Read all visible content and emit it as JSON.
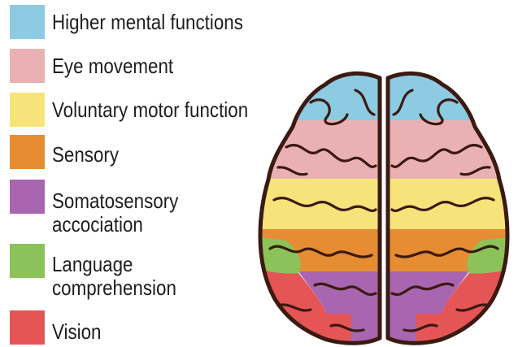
{
  "legend": [
    {
      "lines": [
        "Higher mental functions"
      ],
      "color": "#8ccbe1",
      "icon": "swatch-blue"
    },
    {
      "lines": [
        "Eye movement"
      ],
      "color": "#eab1b4",
      "icon": "swatch-pink"
    },
    {
      "lines": [
        "Voluntary motor function"
      ],
      "color": "#f6e47a",
      "icon": "swatch-yellow"
    },
    {
      "lines": [
        "Sensory"
      ],
      "color": "#e68c33",
      "icon": "swatch-orange"
    },
    {
      "lines": [
        "Somatosensory",
        "accociation"
      ],
      "color": "#a966b0",
      "icon": "swatch-purple"
    },
    {
      "lines": [
        "Language",
        "comprehension"
      ],
      "color": "#8bc35a",
      "icon": "swatch-green"
    },
    {
      "lines": [
        "Vision"
      ],
      "color": "#e55555",
      "icon": "swatch-red"
    }
  ],
  "brain": {
    "outline_color": "#3a1a12",
    "regions": [
      "higher-mental",
      "eye-movement",
      "voluntary-motor",
      "sensory",
      "somatosensory",
      "language",
      "vision"
    ]
  }
}
